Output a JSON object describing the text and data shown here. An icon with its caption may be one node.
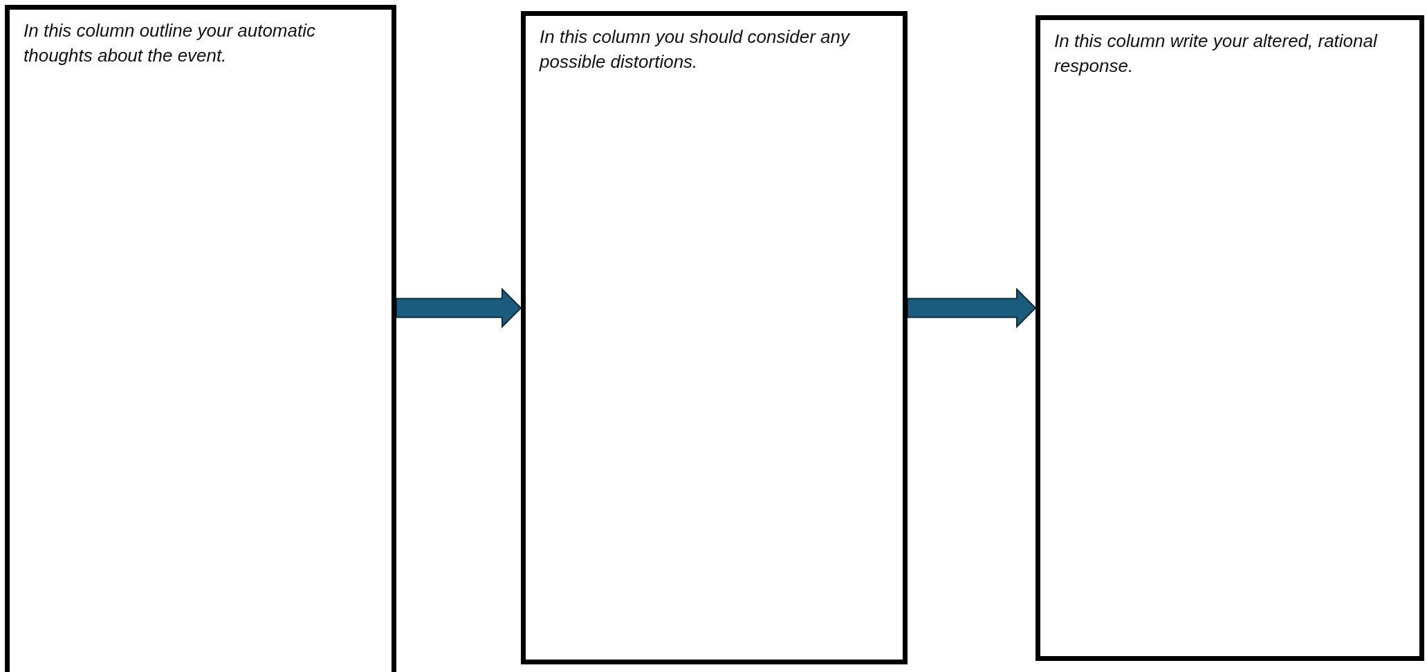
{
  "diagram": {
    "nodes": [
      {
        "text": [
          "In this column outline your automatic thoughts about the event."
        ]
      },
      {
        "text": [
          "In this column you should consider any possible distortions."
        ]
      },
      {
        "text": [
          "In this column write your altered, rational response."
        ]
      }
    ],
    "edges": [
      {
        "from": 0,
        "to": 1,
        "arrow": "to"
      },
      {
        "from": 1,
        "to": 2,
        "arrow": "to"
      }
    ]
  }
}
